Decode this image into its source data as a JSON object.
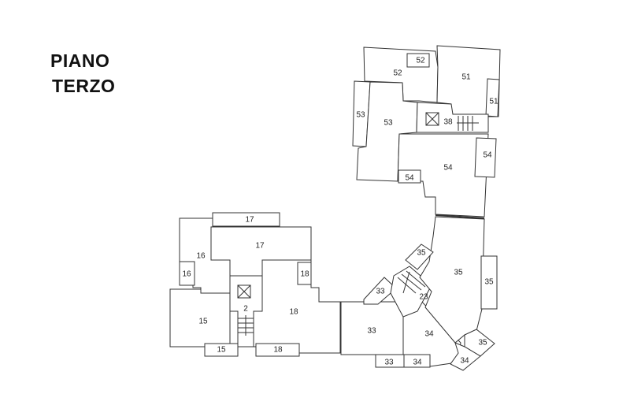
{
  "title": {
    "line1": "PIANO",
    "line2": "TERZO"
  },
  "rooms": [
    "17",
    "17",
    "16",
    "16",
    "18",
    "2",
    "15",
    "18",
    "15",
    "18",
    "33",
    "33",
    "34",
    "33",
    "34",
    "23",
    "35",
    "35",
    "35",
    "35",
    "34",
    "52",
    "52",
    "51",
    "51",
    "53",
    "53",
    "38",
    "54",
    "54",
    "54"
  ]
}
